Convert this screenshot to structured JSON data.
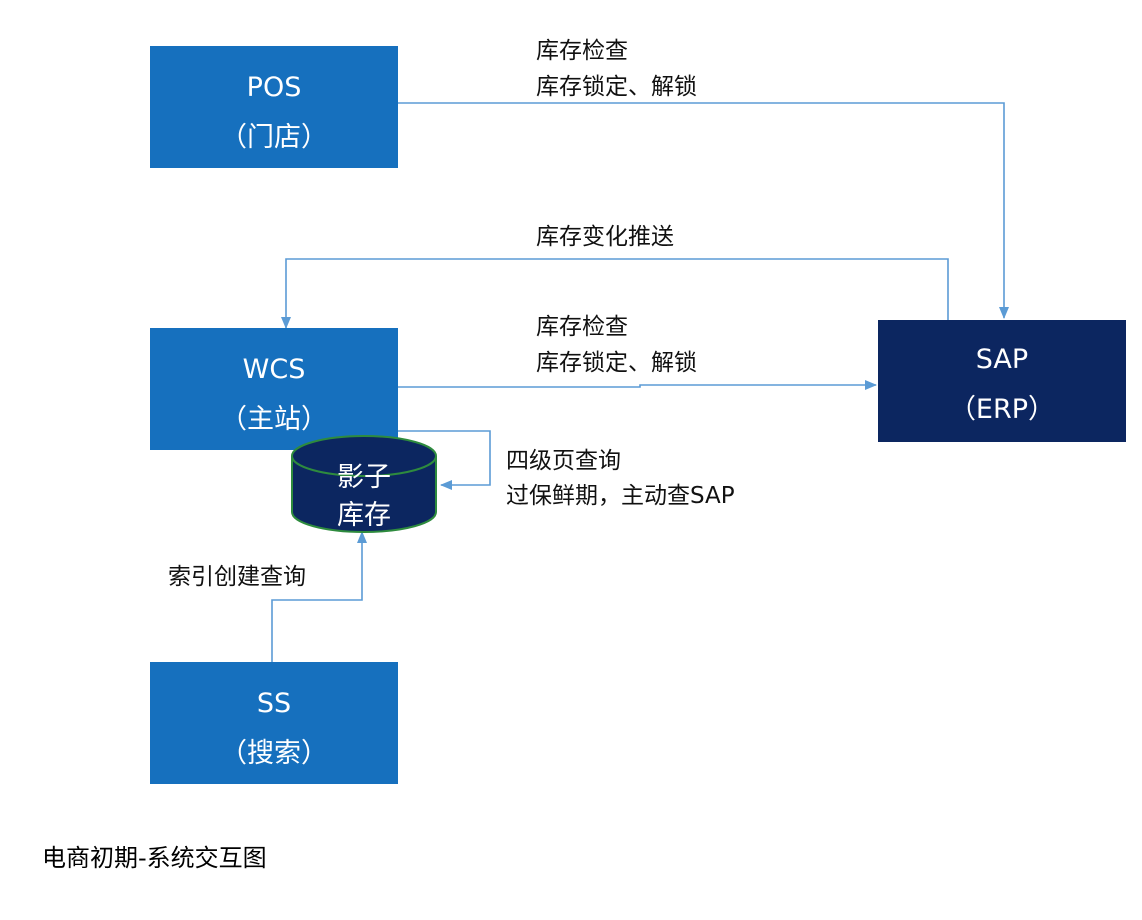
{
  "colors": {
    "box_blue": "#1670BE",
    "box_navy": "#0C2660",
    "cylinder_fill": "#0C2660",
    "cylinder_stroke": "#2E8B3E",
    "arrow": "#5B9BD5"
  },
  "nodes": {
    "pos": {
      "line1": "POS",
      "line2": "（门店）"
    },
    "wcs": {
      "line1": "WCS",
      "line2": "（主站）"
    },
    "sap": {
      "line1": "SAP",
      "line2": "（ERP）"
    },
    "ss": {
      "line1": "SS",
      "line2": "（搜索）"
    },
    "shadow": {
      "line1": "影子",
      "line2": "库存"
    }
  },
  "edges": {
    "pos_to_sap": {
      "line1": "库存检查",
      "line2": "库存锁定、解锁"
    },
    "sap_to_wcs": {
      "line1": "库存变化推送"
    },
    "wcs_to_sap": {
      "line1": "库存检查",
      "line2": "库存锁定、解锁"
    },
    "wcs_to_shadow": {
      "line1": "四级页查询",
      "line2": "过保鲜期，主动查SAP"
    },
    "ss_to_shadow": {
      "line1": "索引创建查询"
    }
  },
  "caption": "电商初期-系统交互图"
}
